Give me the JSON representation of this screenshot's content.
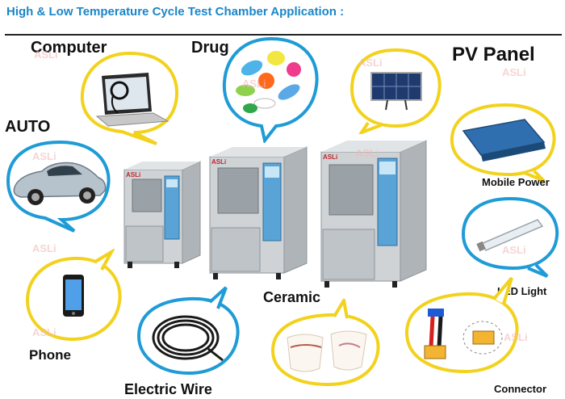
{
  "title": "High & Low Temperature Cycle Test Chamber Application :",
  "brand": "ASLi",
  "labels": {
    "computer": "Computer",
    "drug": "Drug",
    "pv_panel": "PV Panel",
    "auto": "AUTO",
    "mobile_power": "Mobile Power",
    "led_light": "LED Light",
    "ceramic": "Ceramic",
    "phone": "Phone",
    "electric_wire": "Electric Wire",
    "connector": "Connector"
  },
  "colors": {
    "title": "#1a86c8",
    "bubble_blue": "#1f9bd6",
    "bubble_yellow": "#f2d21c"
  }
}
